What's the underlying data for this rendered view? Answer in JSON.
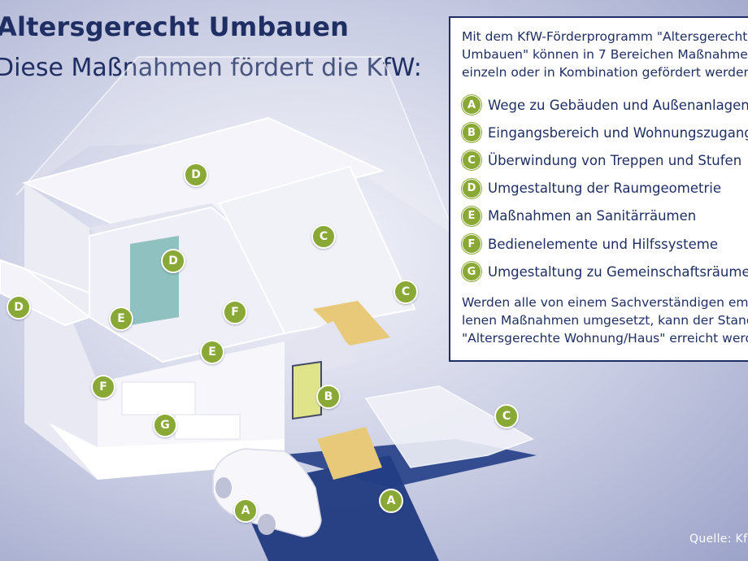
{
  "header": {
    "title": "Altersgerecht Umbauen",
    "subtitle": "Diese Maßnahmen fördert die KfW:"
  },
  "infobox": {
    "intro": "Mit dem KfW-Förderprogramm \"Altersgerecht\nUmbauen\" können in 7 Bereichen Maßnahmen\neinzeln oder in Kombination gefördert werden.",
    "items": [
      {
        "letter": "A",
        "label": "Wege zu Gebäuden und Außenanlagen"
      },
      {
        "letter": "B",
        "label": "Eingangsbereich und Wohnungszugang"
      },
      {
        "letter": "C",
        "label": "Überwindung von Treppen und Stufen"
      },
      {
        "letter": "D",
        "label": "Umgestaltung der Raumgeometrie"
      },
      {
        "letter": "E",
        "label": "Maßnahmen an Sanitärräumen"
      },
      {
        "letter": "F",
        "label": "Bedienelemente und Hilfssysteme"
      },
      {
        "letter": "G",
        "label": "Umgestaltung zu Gemeinschaftsräumen"
      }
    ],
    "outro": "Werden alle von einem Sachverständigen empfoh-\nlenen Maßnahmen umgesetzt, kann der Standard\n\"Altersgerechte Wohnung/Haus\" erreicht werden."
  },
  "markers": [
    "D",
    "C",
    "D",
    "C",
    "D",
    "E",
    "F",
    "E",
    "F",
    "B",
    "G",
    "C",
    "A",
    "A"
  ],
  "source": "Quelle: KfW",
  "colors": {
    "title": "#1f2f63",
    "badge": "#8aa836",
    "background": "#c9cde3",
    "road": "#1f3578"
  }
}
